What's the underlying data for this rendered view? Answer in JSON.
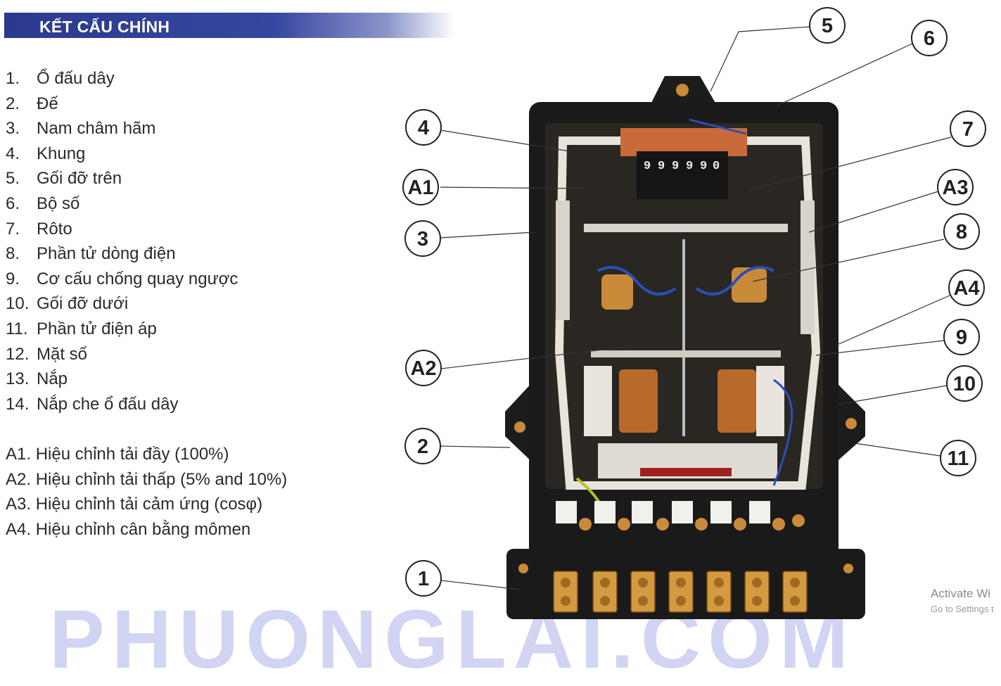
{
  "header": {
    "title": "KẾT CẤU CHÍNH"
  },
  "parts": [
    {
      "num": "1.",
      "label": "Ổ đấu dây"
    },
    {
      "num": "2.",
      "label": "Đế"
    },
    {
      "num": "3.",
      "label": "Nam châm hãm"
    },
    {
      "num": "4.",
      "label": "Khung"
    },
    {
      "num": "5.",
      "label": "Gối đỡ trên"
    },
    {
      "num": "6.",
      "label": "Bộ số"
    },
    {
      "num": "7.",
      "label": "Rôto"
    },
    {
      "num": "8.",
      "label": "Phần tử dòng điện"
    },
    {
      "num": "9.",
      "label": "Cơ cấu chống quay ngược"
    },
    {
      "num": "10.",
      "label": "Gối đỡ dưới"
    },
    {
      "num": "11.",
      "label": "Phần tử điện áp"
    },
    {
      "num": "12.",
      "label": "Mặt số"
    },
    {
      "num": "13.",
      "label": "Nắp"
    },
    {
      "num": "14.",
      "label": "Nắp che ổ đấu dây"
    }
  ],
  "adjustments": [
    {
      "label": "A1. Hiệu chỉnh tải đầy (100%)"
    },
    {
      "label": "A2. Hiệu chỉnh tải thấp (5% and 10%)"
    },
    {
      "label": "A3. Hiệu chỉnh tải cảm ứng (cosφ)"
    },
    {
      "label": "A4. Hiệu chỉnh cân bằng mômen"
    }
  ],
  "callouts": [
    "5",
    "6",
    "4",
    "7",
    "A1",
    "A3",
    "3",
    "8",
    "A4",
    "9",
    "A2",
    "10",
    "2",
    "11",
    "1"
  ],
  "register_digits": [
    "9",
    "9",
    "9",
    "9",
    "9",
    "0"
  ],
  "watermark": "PHUONGLAI.COM",
  "os_overlay": {
    "title": "Activate Wi",
    "subtitle": "Go to Settings t"
  },
  "colors": {
    "header_bar": "#2b3a8e",
    "meter_body": "#1a1a1a",
    "brass": "#c98a3a",
    "wire_blue": "#2a4fb8"
  }
}
